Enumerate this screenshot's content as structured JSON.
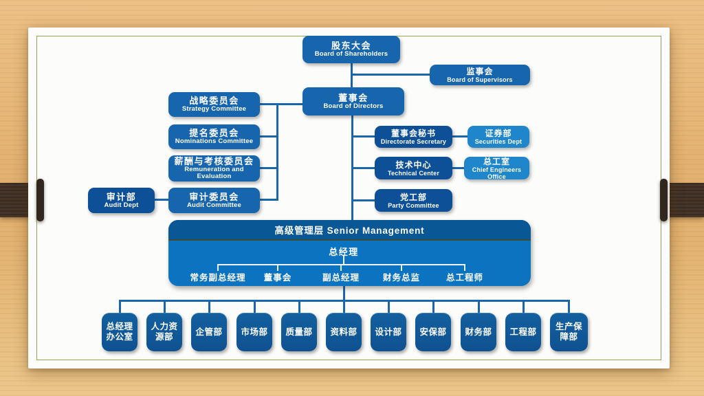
{
  "org": {
    "shareholders": {
      "cn": "股东大会",
      "en": "Board of Shareholders"
    },
    "supervisors": {
      "cn": "监事会",
      "en": "Board of Supervisors"
    },
    "directors": {
      "cn": "董事会",
      "en": "Board of Directors"
    },
    "committees": [
      {
        "cn": "战略委员会",
        "en": "Strategy Committee"
      },
      {
        "cn": "提名委员会",
        "en": "Nominations Committee"
      },
      {
        "cn": "薪酬与考核委员会",
        "en": "Remuneration and Evaluation"
      },
      {
        "cn": "审计委员会",
        "en": "Audit Committee"
      }
    ],
    "audit_dept": {
      "cn": "审计部",
      "en": "Audit Dept"
    },
    "staff_depts": [
      {
        "cn": "董事会秘书",
        "en": "Directorate Secretary"
      },
      {
        "cn": "技术中心",
        "en": "Technical Center"
      },
      {
        "cn": "党工部",
        "en": "Party Committee"
      }
    ],
    "staff_sub_depts": [
      {
        "cn": "证券部",
        "en": "Securities Dept"
      },
      {
        "cn": "总工室",
        "en": "Chief Engineers Office"
      }
    ],
    "senior": {
      "header": "高级管理层 Senior Management",
      "general_manager": "总经理",
      "positions": [
        "常务副总经理",
        "董事会",
        "副总经理",
        "财务总监",
        "总工程师"
      ]
    },
    "departments": [
      "总经理办公室",
      "人力资源部",
      "企管部",
      "市场部",
      "质量部",
      "资料部",
      "设计部",
      "安保部",
      "财务部",
      "工程部",
      "生产保障部"
    ]
  },
  "colors": {
    "box_medium_blue": "#1765ad",
    "box_dark_blue": "#0e5097",
    "box_light_blue": "#1f86cb",
    "band_body": "#0c73c1",
    "band_header": "#0a5795",
    "connector_blue": "#1a66ad",
    "connector_white": "#eef3f8",
    "slide_border_olive": "#98a05c",
    "wood_background": "#e3b271",
    "clip_brown": "#463529"
  }
}
